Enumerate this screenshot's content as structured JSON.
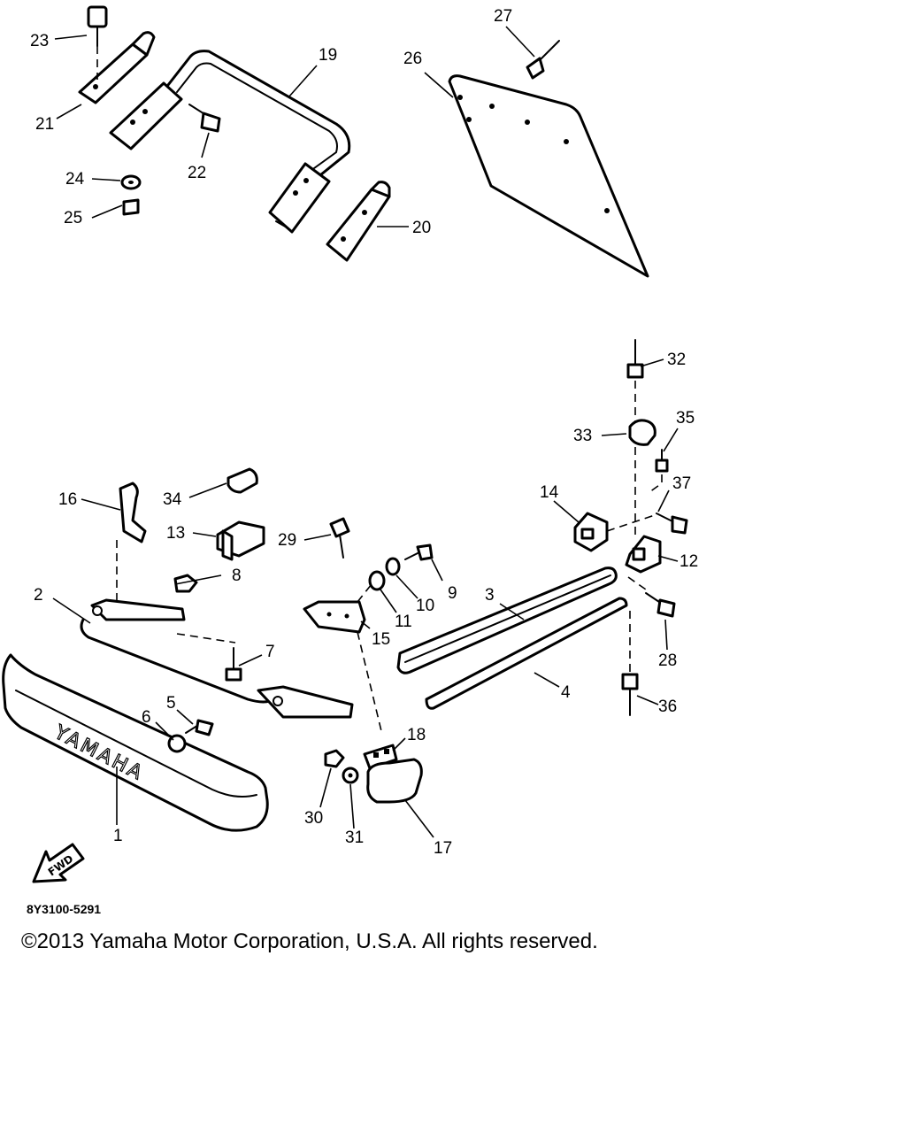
{
  "labels": {
    "l1": "1",
    "l2": "2",
    "l3": "3",
    "l4": "4",
    "l5": "5",
    "l6": "6",
    "l7": "7",
    "l8": "8",
    "l9": "9",
    "l10": "10",
    "l11": "11",
    "l12": "12",
    "l13": "13",
    "l14": "14",
    "l15": "15",
    "l16": "16",
    "l17": "17",
    "l18": "18",
    "l19": "19",
    "l20": "20",
    "l21": "21",
    "l22": "22",
    "l23": "23",
    "l24": "24",
    "l25": "25",
    "l26": "26",
    "l27": "27",
    "l28": "28",
    "l29": "29",
    "l30": "30",
    "l31": "31",
    "l32": "32",
    "l33": "33",
    "l34": "34",
    "l35": "35",
    "l36": "36",
    "l37": "37"
  },
  "bumper_logo": "YAMAHA",
  "fwd_label": "FWD",
  "diagram_code": "8Y3100-5291",
  "copyright": "©2013 Yamaha Motor Corporation, U.S.A. All rights reserved."
}
